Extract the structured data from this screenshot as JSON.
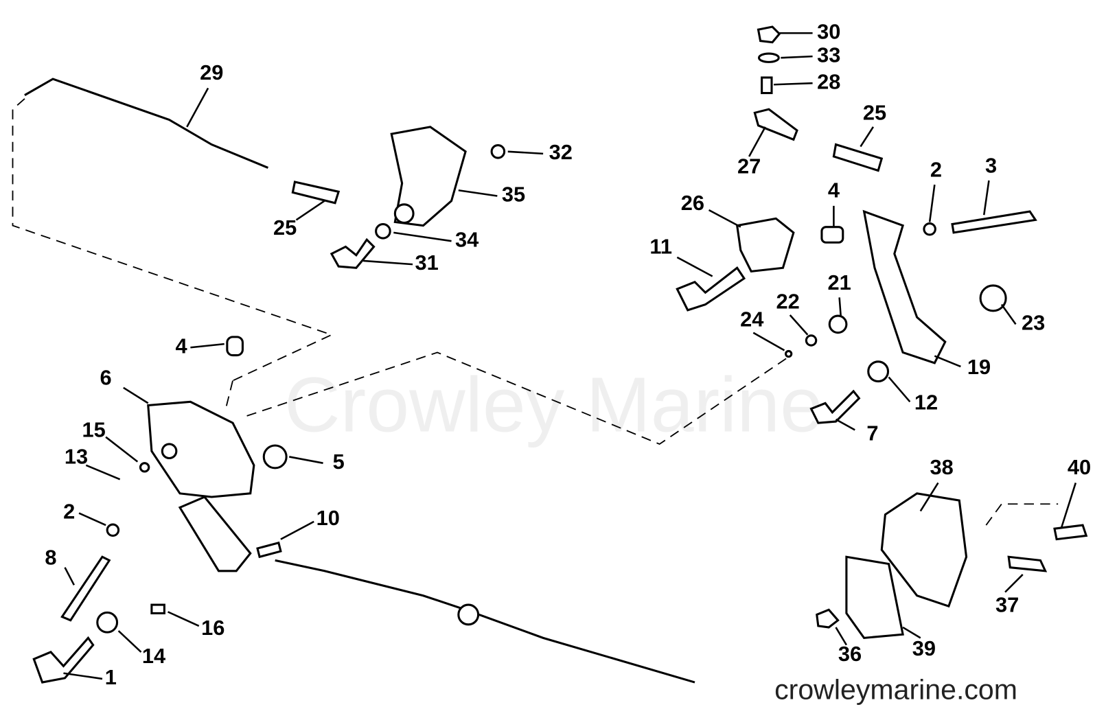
{
  "title": "Throttle and shift linkage parts diagram",
  "watermark": "Crowley Marine",
  "footer_site": "crowleymarine.com",
  "callouts": {
    "top_right": [
      "30",
      "33",
      "28",
      "25",
      "27",
      "2",
      "3",
      "4",
      "26",
      "11",
      "21",
      "22",
      "24",
      "23",
      "19",
      "12",
      "7"
    ],
    "top_left": [
      "29",
      "32",
      "35",
      "25",
      "34",
      "31"
    ],
    "bottom_left": [
      "4",
      "6",
      "15",
      "13",
      "5",
      "2",
      "10",
      "8",
      "16",
      "14",
      "1"
    ],
    "bottom_right": [
      "38",
      "40",
      "37",
      "39",
      "36"
    ]
  }
}
